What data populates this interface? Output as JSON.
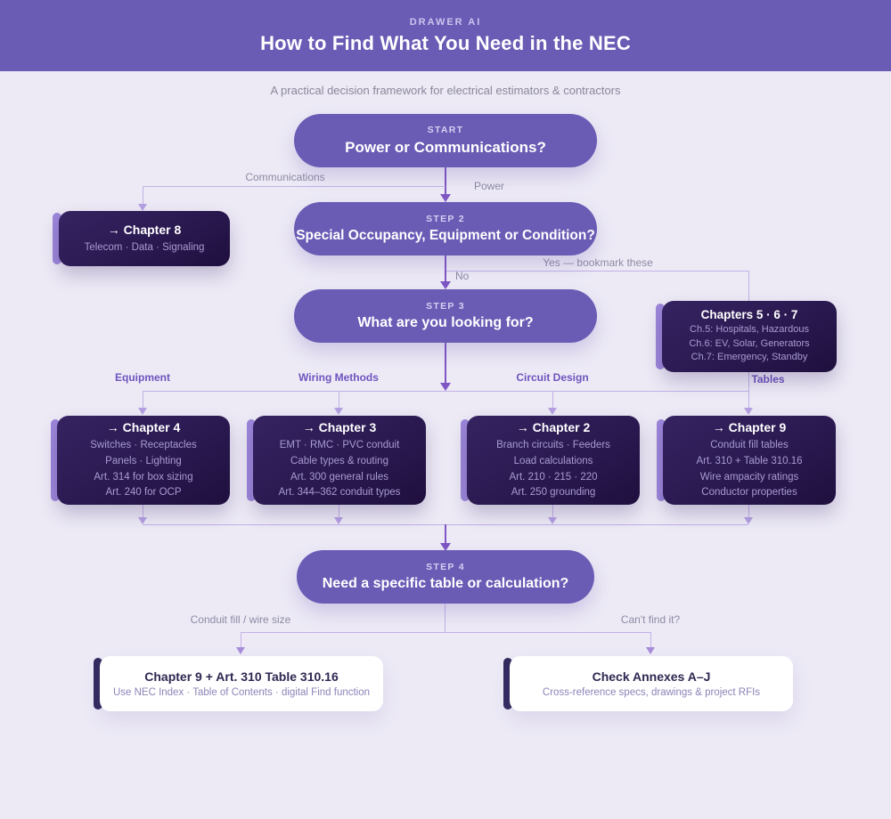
{
  "header": {
    "kicker": "DRAWER AI",
    "title": "How to Find What You Need in the NEC"
  },
  "subtitle": "A practical decision framework for electrical estimators & contractors",
  "icons": {
    "arrow_right": "→"
  },
  "nodes": {
    "start": {
      "step": "START",
      "title": "Power or Communications?"
    },
    "step2": {
      "step": "STEP 2",
      "title": "Special Occupancy, Equipment or Condition?"
    },
    "step3": {
      "step": "STEP 3",
      "title": "What are you looking for?"
    },
    "step4": {
      "step": "STEP 4",
      "title": "Need a specific table or calculation?"
    }
  },
  "edges": {
    "communications": "Communications",
    "power": "Power",
    "no": "No",
    "yes_bookmark": "Yes — bookmark these",
    "equipment": "Equipment",
    "wiring_methods": "Wiring Methods",
    "circuit_design": "Circuit Design",
    "tables": "Tables",
    "conduit_fill": "Conduit fill / wire size",
    "cant_find": "Can't find it?"
  },
  "cards": {
    "ch8": {
      "title": "Chapter 8",
      "subtitle": "Telecom · Data · Signaling"
    },
    "ch567": {
      "title": "Chapters 5 · 6 · 7",
      "lines": [
        "Ch.5: Hospitals, Hazardous",
        "Ch.6: EV, Solar, Generators",
        "Ch.7: Emergency, Standby"
      ]
    },
    "ch4": {
      "title": "Chapter 4",
      "lines": [
        "Switches · Receptacles",
        "Panels · Lighting",
        "Art. 314 for box sizing",
        "Art. 240 for OCP"
      ]
    },
    "ch3": {
      "title": "Chapter 3",
      "lines": [
        "EMT · RMC · PVC conduit",
        "Cable types & routing",
        "Art. 300 general rules",
        "Art. 344–362 conduit types"
      ]
    },
    "ch2": {
      "title": "Chapter 2",
      "lines": [
        "Branch circuits · Feeders",
        "Load calculations",
        "Art. 210 · 215 · 220",
        "Art. 250 grounding"
      ]
    },
    "ch9": {
      "title": "Chapter 9",
      "lines": [
        "Conduit fill tables",
        "Art. 310 + Table 310.16",
        "Wire ampacity ratings",
        "Conductor properties"
      ]
    }
  },
  "results": {
    "left": {
      "title": "Chapter 9 + Art. 310 Table 310.16",
      "subtitle": "Use NEC Index · Table of Contents · digital Find function"
    },
    "right": {
      "title": "Check Annexes A–J",
      "subtitle": "Cross-reference specs, drawings & project RFIs"
    }
  },
  "colors": {
    "header_bg": "#6a5bb5",
    "page_bg": "#edeaf6",
    "dark_card_bg": "#2a1950",
    "card_accent_bar": "#9c87da",
    "result_accent_bar": "#332b5e",
    "line": "#c2b1e6",
    "arrow_dark": "#7e57c4",
    "branch_label": "#6e54be"
  }
}
